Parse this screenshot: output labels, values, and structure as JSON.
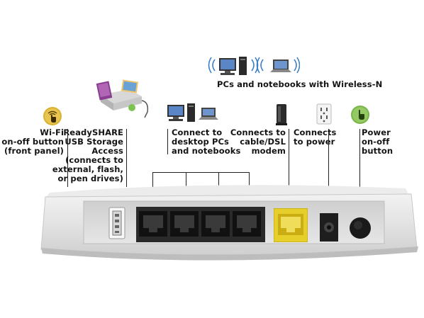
{
  "top_caption": "PCs and notebooks with Wireless-N",
  "labels": {
    "wifi": [
      "Wi-Fi",
      "on-off button",
      "(front panel)"
    ],
    "readyshare": [
      "ReadySHARE",
      "USB Storage",
      "Access",
      "(connects to",
      "external, flash,",
      "or pen drives)"
    ],
    "desktop": [
      "Connect to",
      "desktop PCs",
      "and notebooks"
    ],
    "modem": [
      "Connects to",
      "cable/DSL",
      "modem"
    ],
    "power": [
      "Connects",
      "to power"
    ],
    "power_button": [
      "Power",
      "on-off",
      "button"
    ]
  },
  "icons": {
    "wifi": "wifi-button-icon",
    "usb": "usb-drive-icon",
    "desktop": "desktop-pc-icon",
    "modem": "cable-modem-icon",
    "outlet": "power-outlet-icon",
    "power": "power-button-icon",
    "wireless": "wireless-laptop-icon"
  },
  "colors": {
    "internet_port": "#e6cf2a",
    "wifi_icon": "#d9b230",
    "power_icon": "#79b548",
    "router_body": "#e4e4e4"
  }
}
